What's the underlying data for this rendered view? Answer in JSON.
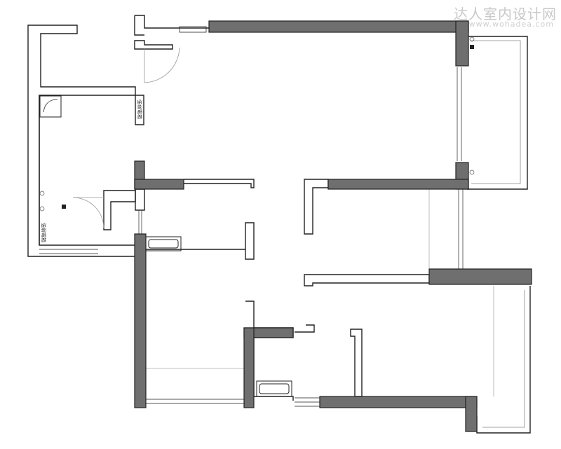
{
  "watermark": {
    "title": "达人室内设计网",
    "url": "www.wohadea.com"
  },
  "labels": {
    "meter_box_top": "強弱電箱",
    "meter_box_bottom": "強弱電箱"
  },
  "colors": {
    "wall_fill": "#6f6f6f",
    "wall_outline": "#222222",
    "background": "#ffffff",
    "thin_line": "#9a9a9a"
  }
}
